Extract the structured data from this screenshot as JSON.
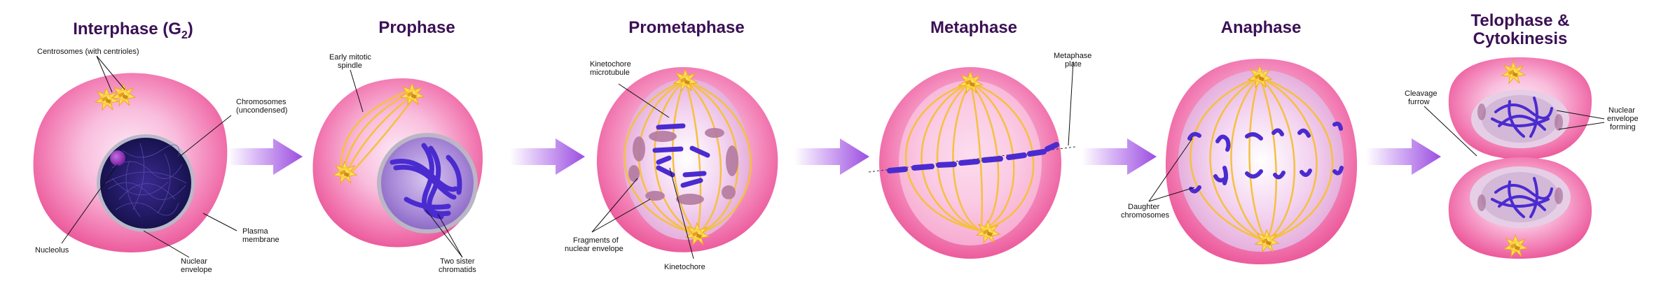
{
  "stages": {
    "interphase": {
      "title_main": "Interphase (G",
      "title_sub": "2",
      "title_end": ")"
    },
    "prophase": {
      "title": "Prophase"
    },
    "prometaphase": {
      "title": "Prometaphase"
    },
    "metaphase": {
      "title": "Metaphase"
    },
    "anaphase": {
      "title": "Anaphase"
    },
    "telophase": {
      "title_line1": "Telophase &",
      "title_line2": "Cytokinesis"
    }
  },
  "labels": {
    "centrosomes": "Centrosomes (with centrioles)",
    "chromosomes_1": "Chromosomes",
    "chromosomes_2": "(uncondensed)",
    "nucleolus": "Nucleolus",
    "nuclear_envelope_1": "Nuclear",
    "nuclear_envelope_2": "envelope",
    "plasma_membrane_1": "Plasma",
    "plasma_membrane_2": "membrane",
    "early_spindle_1": "Early mitotic",
    "early_spindle_2": "spindle",
    "sister_chromatids_1": "Two sister",
    "sister_chromatids_2": "chromatids",
    "kinetochore_mt_1": "Kinetochore",
    "kinetochore_mt_2": "microtubule",
    "fragments_1": "Fragments of",
    "fragments_2": "nuclear envelope",
    "kinetochore": "Kinetochore",
    "metaphase_plate_1": "Metaphase",
    "metaphase_plate_2": "plate",
    "daughter_1": "Daughter",
    "daughter_2": "chromosomes",
    "cleavage_1": "Cleavage",
    "cleavage_2": "furrow",
    "nuclear_forming_1": "Nuclear",
    "nuclear_forming_2": "envelope",
    "nuclear_forming_3": "forming"
  },
  "colors": {
    "cell": "#f06aa6",
    "cell_light": "#ffe6f3",
    "chromosome": "#4a2bd0",
    "spindle": "#f5c040",
    "arrow": "#9b4ee0",
    "title": "#3b1055",
    "nucleus_dark": "#1d1660",
    "envelope_fragment": "#b47aa0"
  }
}
